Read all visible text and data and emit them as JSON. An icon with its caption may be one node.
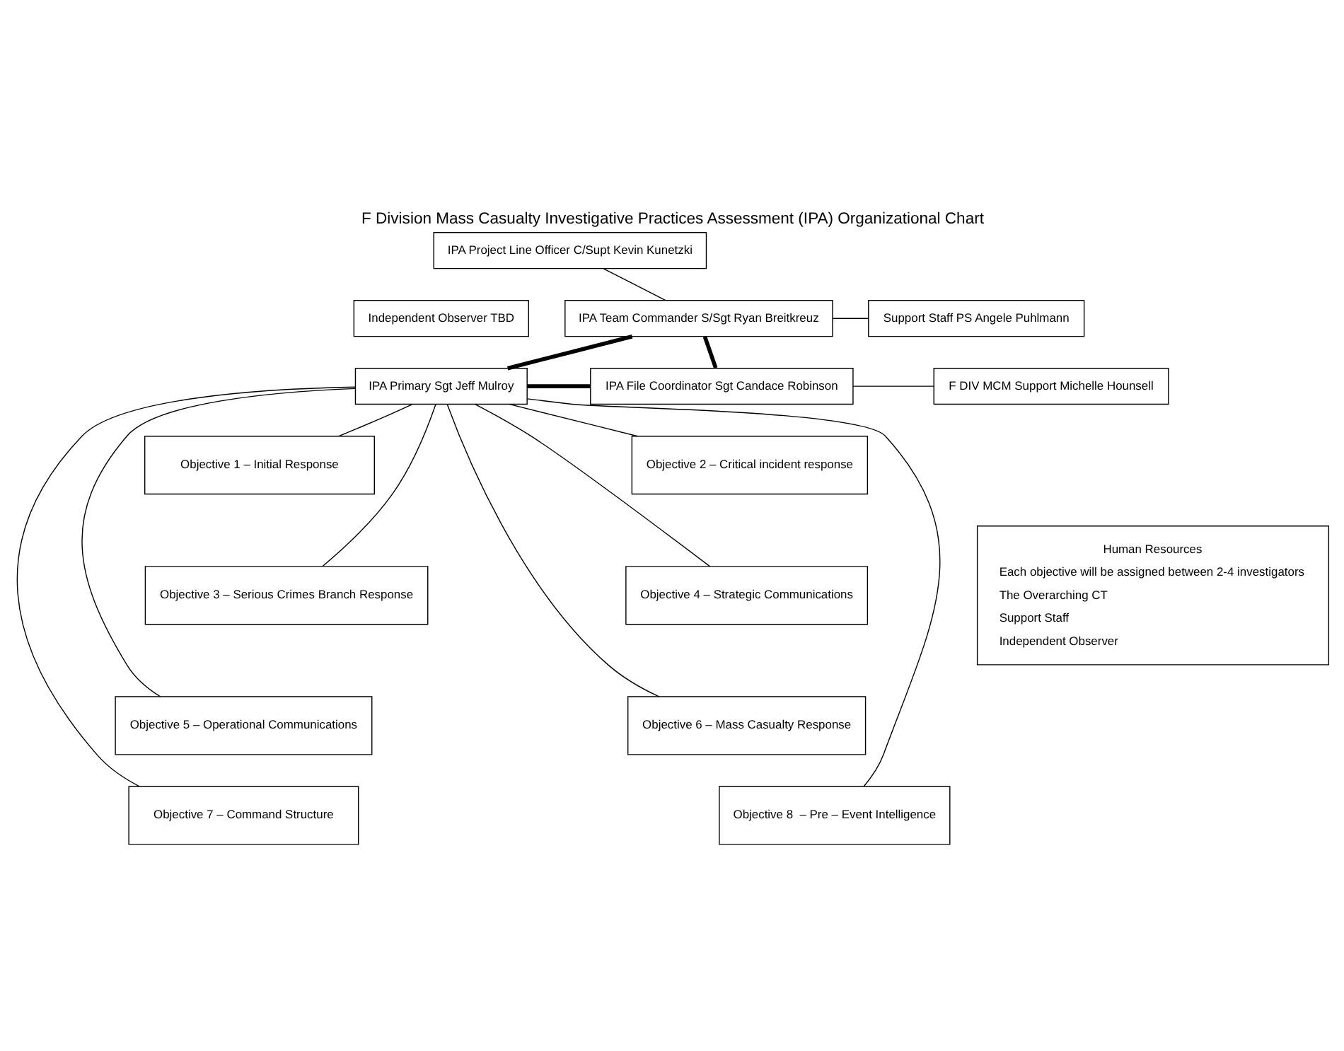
{
  "diagram": {
    "title": "F Division Mass Casualty Investigative Practices Assessment (IPA) Organizational Chart",
    "nodes": [
      {
        "text": [
          "IPA Project Line Officer C/Supt Kevin Kunetzki"
        ]
      },
      {
        "text": [
          "Independent Observer TBD"
        ]
      },
      {
        "text": [
          "IPA Team Commander S/Sgt Ryan Breitkreuz"
        ]
      },
      {
        "text": [
          "Support Staff PS Angele Puhlmann"
        ]
      },
      {
        "text": [
          "IPA Primary Sgt Jeff Mulroy"
        ]
      },
      {
        "text": [
          "IPA File Coordinator Sgt Candace Robinson"
        ]
      },
      {
        "text": [
          "F DIV MCM Support Michelle Hounsell"
        ]
      },
      {
        "text": [
          "Objective 1 – Initial Response"
        ]
      },
      {
        "text": [
          "Objective 2 – Critical incident response"
        ]
      },
      {
        "text": [
          "Objective 3 – Serious Crimes Branch Response"
        ]
      },
      {
        "text": [
          "Objective 4 – Strategic Communications"
        ]
      },
      {
        "text": [
          "Objective 5 – Operational Communications"
        ]
      },
      {
        "text": [
          "Objective 6 – Mass Casualty Response"
        ]
      },
      {
        "text": [
          "Objective 7 – Command Structure"
        ]
      },
      {
        "text": [
          "Objective 8  – Pre – Event Intelligence"
        ]
      },
      {
        "text": [
          "Human Resources",
          "Each objective will be assigned between 2-4 investigators",
          "The Overarching CT",
          "Support Staff",
          "Independent Observer"
        ]
      }
    ],
    "edges": [
      {
        "from": 0,
        "to": 2,
        "arrow": "none"
      },
      {
        "from": 2,
        "to": 3,
        "arrow": "none"
      },
      {
        "from": 2,
        "to": 4,
        "arrow": "none",
        "style": "thick"
      },
      {
        "from": 2,
        "to": 5,
        "arrow": "none",
        "style": "thick"
      },
      {
        "from": 4,
        "to": 5,
        "arrow": "none",
        "style": "thick"
      },
      {
        "from": 5,
        "to": 6,
        "arrow": "none"
      },
      {
        "from": 4,
        "to": 7,
        "arrow": "none"
      },
      {
        "from": 4,
        "to": 8,
        "arrow": "none"
      },
      {
        "from": 4,
        "to": 9,
        "arrow": "none"
      },
      {
        "from": 4,
        "to": 10,
        "arrow": "none"
      },
      {
        "from": 4,
        "to": 11,
        "arrow": "none"
      },
      {
        "from": 4,
        "to": 12,
        "arrow": "none"
      },
      {
        "from": 4,
        "to": 13,
        "arrow": "none"
      },
      {
        "from": 4,
        "to": 14,
        "arrow": "none"
      }
    ]
  }
}
